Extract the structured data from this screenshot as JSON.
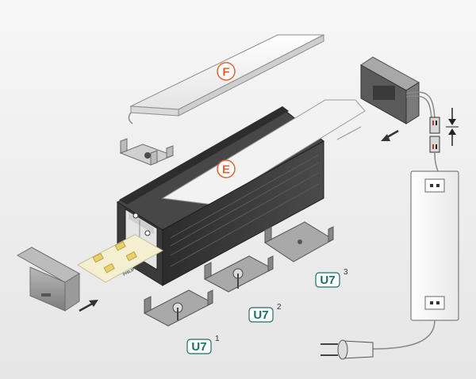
{
  "labels": {
    "cover": "F",
    "profile": "E",
    "clip1": "U7",
    "clip1_num": "1",
    "clip2": "U7",
    "clip2_num": "2",
    "clip3": "U7",
    "clip3_num": "3",
    "led_brand": "PHILIPS"
  },
  "colors": {
    "label_orange": "#e0652c",
    "badge_teal": "#1f6f63",
    "profile_dark": "#3a3a3a"
  }
}
